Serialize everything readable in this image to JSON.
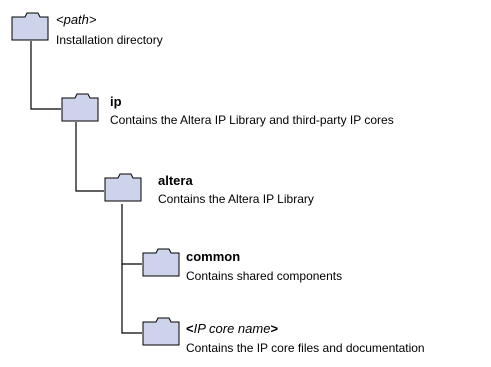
{
  "colors": {
    "folder_fill": "#ccd3ea",
    "folder_stroke": "#000000",
    "connector": "#000000",
    "text": "#000000"
  },
  "icon": "folder-icon",
  "nodes": {
    "root": {
      "title": "<path>",
      "description": "Installation directory"
    },
    "ip": {
      "title": "ip",
      "description": "Contains the  Altera IP Library and third-party IP cores"
    },
    "altera": {
      "title": "altera",
      "description": "Contains the  Altera IP Library"
    },
    "common": {
      "title": "common",
      "description": "Contains shared components"
    },
    "ipcore": {
      "title_prefix": "<",
      "title_italic": "IP core name",
      "title_suffix": ">",
      "description": "Contains the IP core files and documentation"
    }
  }
}
